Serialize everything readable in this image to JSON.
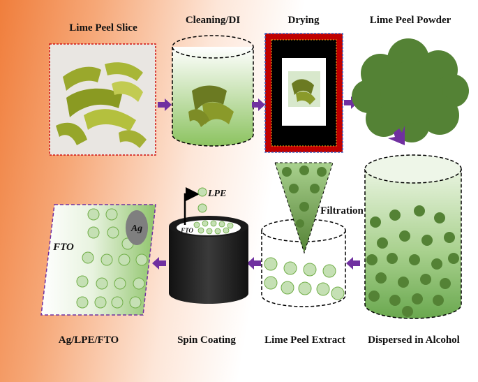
{
  "steps": {
    "lime_peel_slice": "Lime Peel Slice",
    "cleaning": "Cleaning/DI",
    "drying": "Drying",
    "lime_peel_powder": "Lime Peel Powder",
    "dispersed": "Dispersed in Alcohol",
    "filtration": "Filtration",
    "lime_peel_extract": "Lime Peel Extract",
    "spin_coating": "Spin Coating",
    "product": "Ag/LPE/FTO"
  },
  "labels": {
    "lpe": "LPE",
    "fto_disk": "FTO",
    "fto_substrate": "FTO",
    "ag": "Ag"
  },
  "colors": {
    "arrow": "#7030a0",
    "green_dark": "#548235",
    "green_mid": "#70ad47",
    "green_light": "#c5e0b4",
    "drying_frame_red": "#c00000",
    "black": "#000000"
  }
}
